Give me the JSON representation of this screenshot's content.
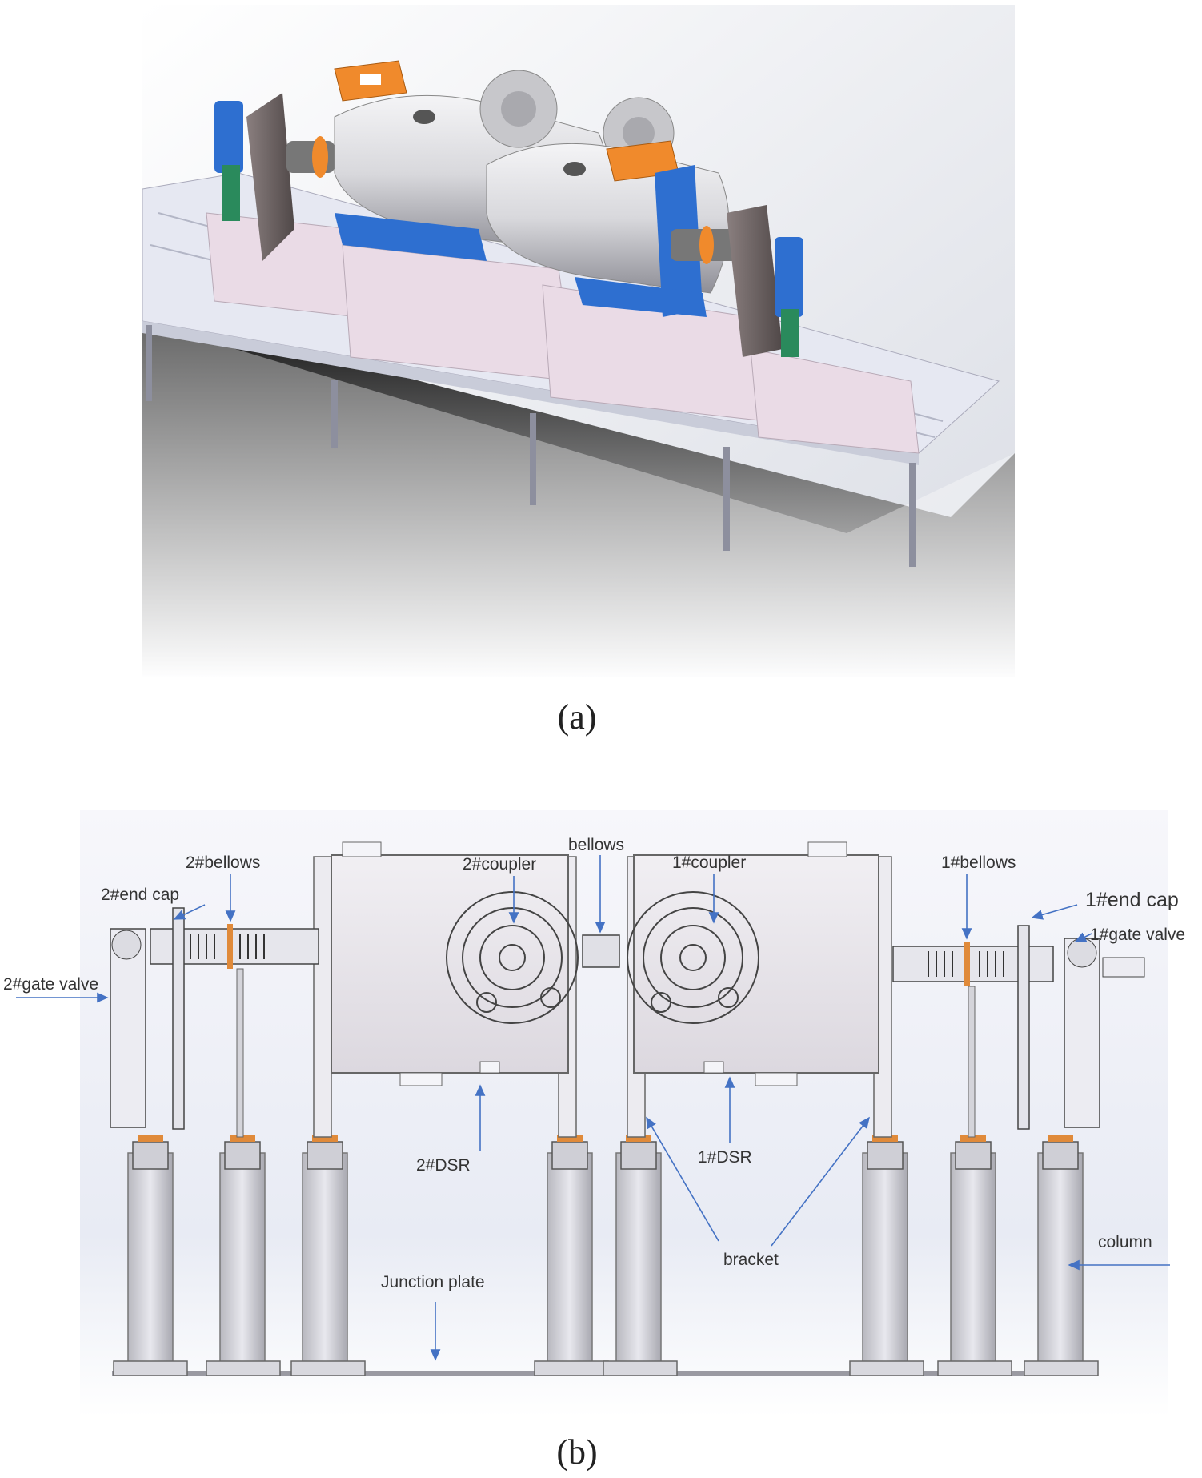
{
  "captions": {
    "a": "(a)",
    "b": "(b)"
  },
  "labels": {
    "gate_valve_2": "2#gate valve",
    "end_cap_2": "2#end cap",
    "bellows_2": "2#bellows",
    "coupler_2": "2#coupler",
    "bellows": "bellows",
    "coupler_1": "1#coupler",
    "bellows_1": "1#bellows",
    "end_cap_1": "1#end cap",
    "gate_valve_1": "1#gate valve",
    "dsr_2": "2#DSR",
    "dsr_1": "1#DSR",
    "bracket": "bracket",
    "column": "column",
    "junction_plate": "Junction plate"
  },
  "colors": {
    "vessel": "#e4e4e6",
    "support": "#eadbe6",
    "blue_part": "#2e6fd0",
    "orange_part": "#f08a2c",
    "arrow": "#4472c4"
  }
}
